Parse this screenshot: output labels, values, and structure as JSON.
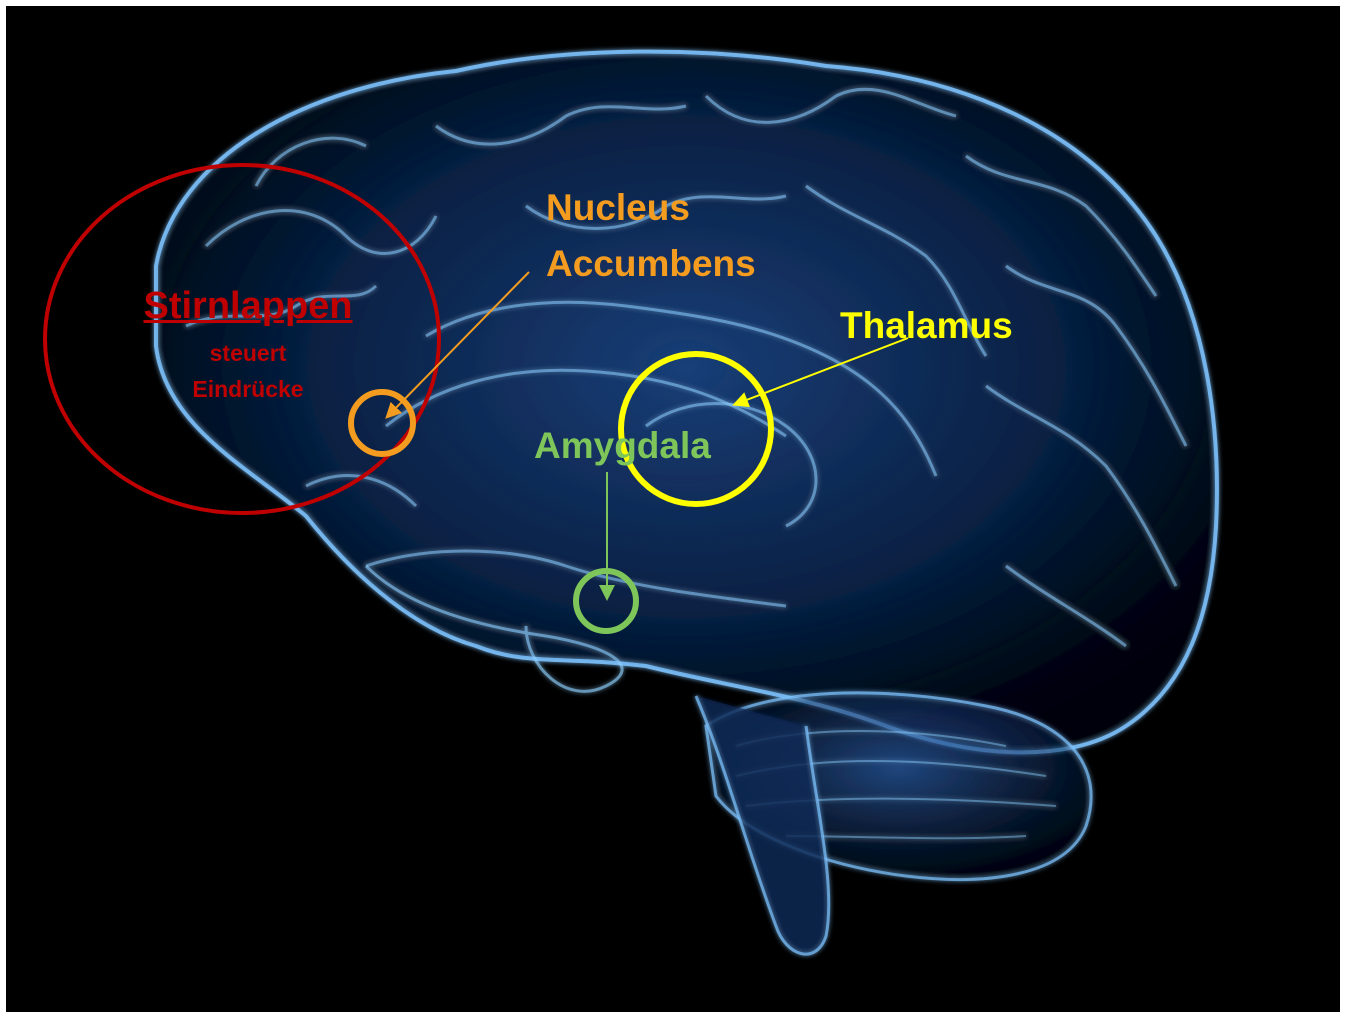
{
  "colors": {
    "background": "#000000",
    "stirnlappen": "#c00000",
    "nucleus_accumbens": "#f39c1f",
    "thalamus": "#ffff00",
    "amygdala": "#7fc65a",
    "brain_glow": "#6fb4ff"
  },
  "labels": {
    "stirnlappen_title": "Stirnlappen",
    "stirnlappen_line1": "steuert",
    "stirnlappen_line2": "Eindrücke",
    "nucleus_line1": "Nucleus",
    "nucleus_line2": "Accumbens",
    "thalamus": "Thalamus",
    "amygdala": "Amygdala"
  },
  "image": {
    "description_icon": "translucent-brain-illustration"
  }
}
